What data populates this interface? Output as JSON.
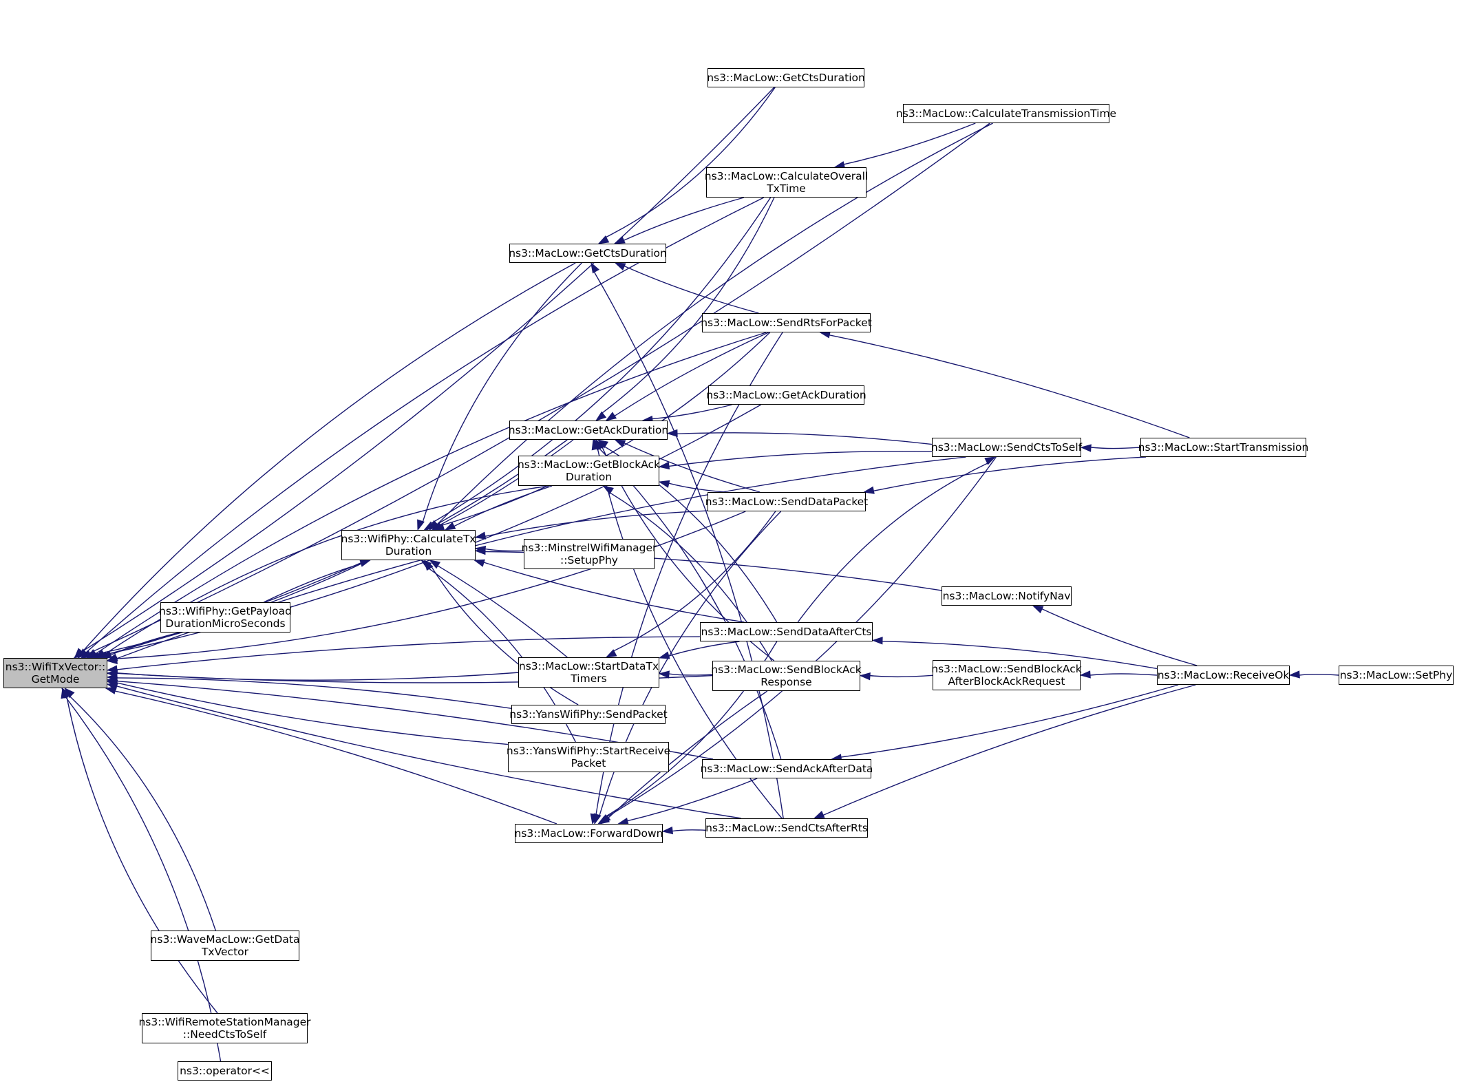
{
  "colors": {
    "edge": "#191970",
    "node_border": "#000000",
    "root_fill": "#bfbfbf",
    "node_fill": "#ffffff"
  },
  "nodes": [
    {
      "id": "root",
      "lines": [
        "ns3::WifiTxVector::",
        "GetMode"
      ],
      "root": true
    },
    {
      "id": "getPayload",
      "lines": [
        "ns3::WifiPhy::GetPayload",
        "DurationMicroSeconds"
      ]
    },
    {
      "id": "calcTx",
      "lines": [
        "ns3::WifiPhy::CalculateTx",
        "Duration"
      ]
    },
    {
      "id": "waveMac",
      "lines": [
        "ns3::WaveMacLow::GetData",
        "TxVector"
      ]
    },
    {
      "id": "wifiRemote",
      "lines": [
        "ns3::WifiRemoteStationManager",
        "::NeedCtsToSelf"
      ]
    },
    {
      "id": "operator",
      "lines": [
        "ns3::operator<<"
      ]
    },
    {
      "id": "getCtsL",
      "lines": [
        "ns3::MacLow::GetCtsDuration"
      ]
    },
    {
      "id": "getAckL",
      "lines": [
        "ns3::MacLow::GetAckDuration"
      ]
    },
    {
      "id": "getBlockAck",
      "lines": [
        "ns3::MacLow::GetBlockAck",
        "Duration"
      ]
    },
    {
      "id": "minstrel",
      "lines": [
        "ns3::MinstrelWifiManager",
        "::SetupPhy"
      ]
    },
    {
      "id": "startDataTx",
      "lines": [
        "ns3::MacLow::StartDataTx",
        "Timers"
      ]
    },
    {
      "id": "yansSend",
      "lines": [
        "ns3::YansWifiPhy::SendPacket"
      ]
    },
    {
      "id": "yansRecv",
      "lines": [
        "ns3::YansWifiPhy::StartReceive",
        "Packet"
      ]
    },
    {
      "id": "forwardDown",
      "lines": [
        "ns3::MacLow::ForwardDown"
      ]
    },
    {
      "id": "getCtsTop",
      "lines": [
        "ns3::MacLow::GetCtsDuration"
      ]
    },
    {
      "id": "calcOverall",
      "lines": [
        "ns3::MacLow::CalculateOverall",
        "TxTime"
      ]
    },
    {
      "id": "sendRts",
      "lines": [
        "ns3::MacLow::SendRtsForPacket"
      ]
    },
    {
      "id": "getAckR",
      "lines": [
        "ns3::MacLow::GetAckDuration"
      ]
    },
    {
      "id": "sendData",
      "lines": [
        "ns3::MacLow::SendDataPacket"
      ]
    },
    {
      "id": "sendDataAfterCts",
      "lines": [
        "ns3::MacLow::SendDataAfterCts"
      ]
    },
    {
      "id": "sendBlockAckResp",
      "lines": [
        "ns3::MacLow::SendBlockAck",
        "Response"
      ]
    },
    {
      "id": "sendAckAfterData",
      "lines": [
        "ns3::MacLow::SendAckAfterData"
      ]
    },
    {
      "id": "sendCtsAfterRts",
      "lines": [
        "ns3::MacLow::SendCtsAfterRts"
      ]
    },
    {
      "id": "calcTrans",
      "lines": [
        "ns3::MacLow::CalculateTransmissionTime"
      ]
    },
    {
      "id": "sendCtsToSelf",
      "lines": [
        "ns3::MacLow::SendCtsToSelf"
      ]
    },
    {
      "id": "notifyNav",
      "lines": [
        "ns3::MacLow::NotifyNav"
      ]
    },
    {
      "id": "sendBlockAckAfter",
      "lines": [
        "ns3::MacLow::SendBlockAck",
        "AfterBlockAckRequest"
      ]
    },
    {
      "id": "startTrans",
      "lines": [
        "ns3::MacLow::StartTransmission"
      ]
    },
    {
      "id": "receiveOk",
      "lines": [
        "ns3::MacLow::ReceiveOk"
      ]
    },
    {
      "id": "setPhy",
      "lines": [
        "ns3::MacLow::SetPhy"
      ]
    }
  ],
  "edges": [
    [
      "root",
      "getPayload"
    ],
    [
      "root",
      "calcTx"
    ],
    [
      "root",
      "getCtsL"
    ],
    [
      "root",
      "getAckL"
    ],
    [
      "root",
      "getBlockAck"
    ],
    [
      "root",
      "startDataTx"
    ],
    [
      "root",
      "yansSend"
    ],
    [
      "root",
      "yansRecv"
    ],
    [
      "root",
      "forwardDown"
    ],
    [
      "root",
      "getCtsTop"
    ],
    [
      "root",
      "calcOverall"
    ],
    [
      "root",
      "calcTrans"
    ],
    [
      "root",
      "sendRts"
    ],
    [
      "root",
      "getAckR"
    ],
    [
      "root",
      "sendCtsToSelf"
    ],
    [
      "root",
      "sendData"
    ],
    [
      "root",
      "sendDataAfterCts"
    ],
    [
      "root",
      "sendBlockAckResp"
    ],
    [
      "root",
      "sendAckAfterData"
    ],
    [
      "root",
      "sendCtsAfterRts"
    ],
    [
      "root",
      "waveMac"
    ],
    [
      "root",
      "wifiRemote"
    ],
    [
      "root",
      "operator"
    ],
    [
      "calcTx",
      "getPayload"
    ],
    [
      "calcTx",
      "getCtsL"
    ],
    [
      "calcTx",
      "getAckL"
    ],
    [
      "calcTx",
      "getBlockAck"
    ],
    [
      "calcTx",
      "minstrel"
    ],
    [
      "calcTx",
      "startDataTx"
    ],
    [
      "calcTx",
      "yansSend"
    ],
    [
      "calcTx",
      "yansRecv"
    ],
    [
      "calcTx",
      "calcOverall"
    ],
    [
      "calcTx",
      "calcTrans"
    ],
    [
      "calcTx",
      "sendRts"
    ],
    [
      "calcTx",
      "sendData"
    ],
    [
      "calcTx",
      "sendDataAfterCts"
    ],
    [
      "calcTx",
      "notifyNav"
    ],
    [
      "getCtsL",
      "getCtsTop"
    ],
    [
      "getCtsL",
      "calcOverall"
    ],
    [
      "getCtsL",
      "sendRts"
    ],
    [
      "getCtsL",
      "sendCtsAfterRts"
    ],
    [
      "getAckL",
      "calcOverall"
    ],
    [
      "getAckL",
      "sendRts"
    ],
    [
      "getAckL",
      "getAckR"
    ],
    [
      "getAckL",
      "sendCtsToSelf"
    ],
    [
      "getAckL",
      "sendData"
    ],
    [
      "getAckL",
      "sendDataAfterCts"
    ],
    [
      "getAckL",
      "sendBlockAckResp"
    ],
    [
      "getAckL",
      "sendAckAfterData"
    ],
    [
      "getAckL",
      "sendCtsAfterRts"
    ],
    [
      "getBlockAck",
      "sendCtsToSelf"
    ],
    [
      "getBlockAck",
      "sendData"
    ],
    [
      "getBlockAck",
      "sendBlockAckResp"
    ],
    [
      "startDataTx",
      "sendData"
    ],
    [
      "startDataTx",
      "sendDataAfterCts"
    ],
    [
      "startDataTx",
      "sendBlockAckResp"
    ],
    [
      "forwardDown",
      "sendRts"
    ],
    [
      "forwardDown",
      "sendCtsToSelf"
    ],
    [
      "forwardDown",
      "sendData"
    ],
    [
      "forwardDown",
      "sendDataAfterCts"
    ],
    [
      "forwardDown",
      "sendBlockAckResp"
    ],
    [
      "forwardDown",
      "sendAckAfterData"
    ],
    [
      "forwardDown",
      "sendCtsAfterRts"
    ],
    [
      "calcOverall",
      "calcTrans"
    ],
    [
      "sendRts",
      "startTrans"
    ],
    [
      "sendCtsToSelf",
      "startTrans"
    ],
    [
      "sendData",
      "startTrans"
    ],
    [
      "sendCtsToSelf",
      "sendDataAfterCts"
    ],
    [
      "sendDataAfterCts",
      "receiveOk"
    ],
    [
      "sendBlockAckResp",
      "sendBlockAckAfter"
    ],
    [
      "sendBlockAckAfter",
      "receiveOk"
    ],
    [
      "sendAckAfterData",
      "receiveOk"
    ],
    [
      "sendCtsAfterRts",
      "receiveOk"
    ],
    [
      "notifyNav",
      "receiveOk"
    ],
    [
      "receiveOk",
      "setPhy"
    ]
  ]
}
